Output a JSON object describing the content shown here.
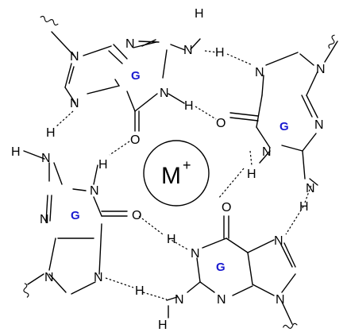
{
  "atoms": {
    "nitrogen": "N",
    "hydrogen": "H",
    "oxygen": "O"
  },
  "base_label": "G",
  "metal_ion": {
    "symbol": "M",
    "charge": "+"
  },
  "colors": {
    "base_label": "#1a1ad0",
    "structure": "#000000",
    "background": "#ffffff"
  }
}
